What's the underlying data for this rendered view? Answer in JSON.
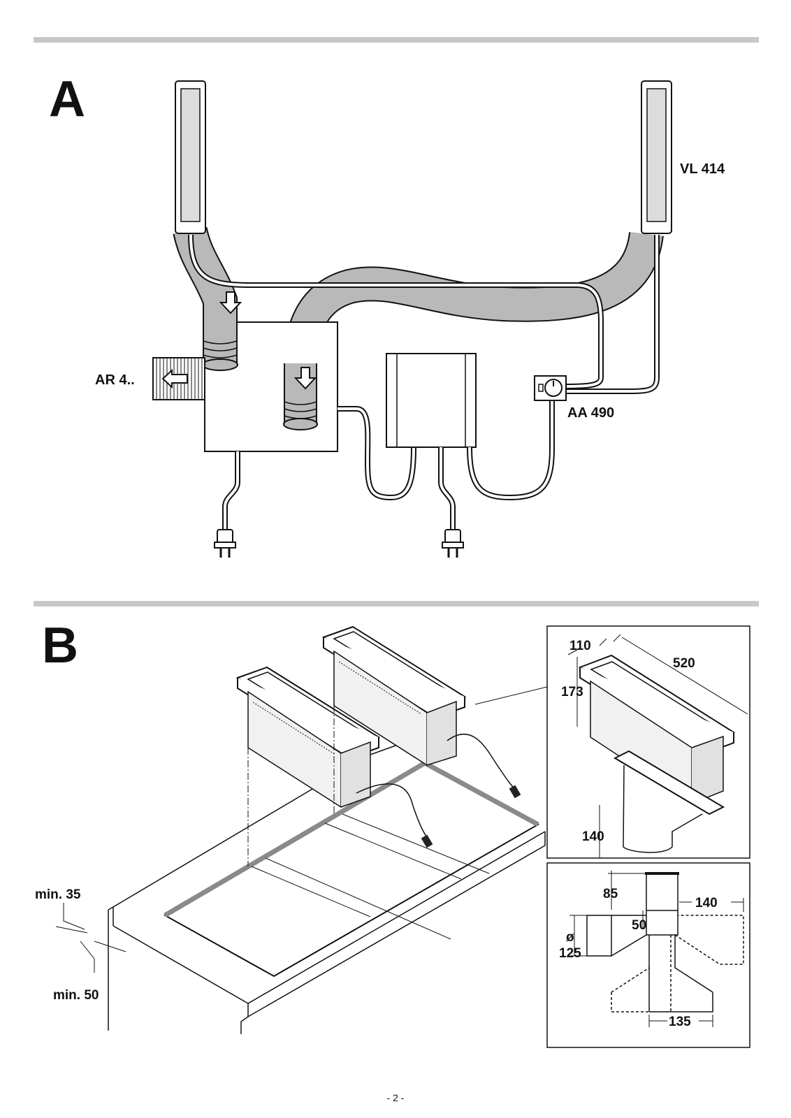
{
  "section_a": {
    "heading": "A",
    "labels": {
      "vent_unit": "VL 414",
      "blower": "AR 4..",
      "switch_module": "AA 490"
    },
    "icons": [
      "air-flow-arrow-icon",
      "power-plug-icon",
      "rotary-knob-icon"
    ]
  },
  "section_b": {
    "heading": "B",
    "labels": {
      "min_front": "min. 35",
      "min_side": "min. 50"
    },
    "detail_top": {
      "width": "110",
      "length": "520",
      "height": "173",
      "adapter_height": "140"
    },
    "detail_bottom": {
      "top_offset": "85",
      "gap": "50",
      "diameter_symbol": "ø",
      "diameter": "125",
      "side_offset": "140",
      "bottom_offset": "135"
    }
  },
  "footer": {
    "page_number": "- 2 -"
  }
}
